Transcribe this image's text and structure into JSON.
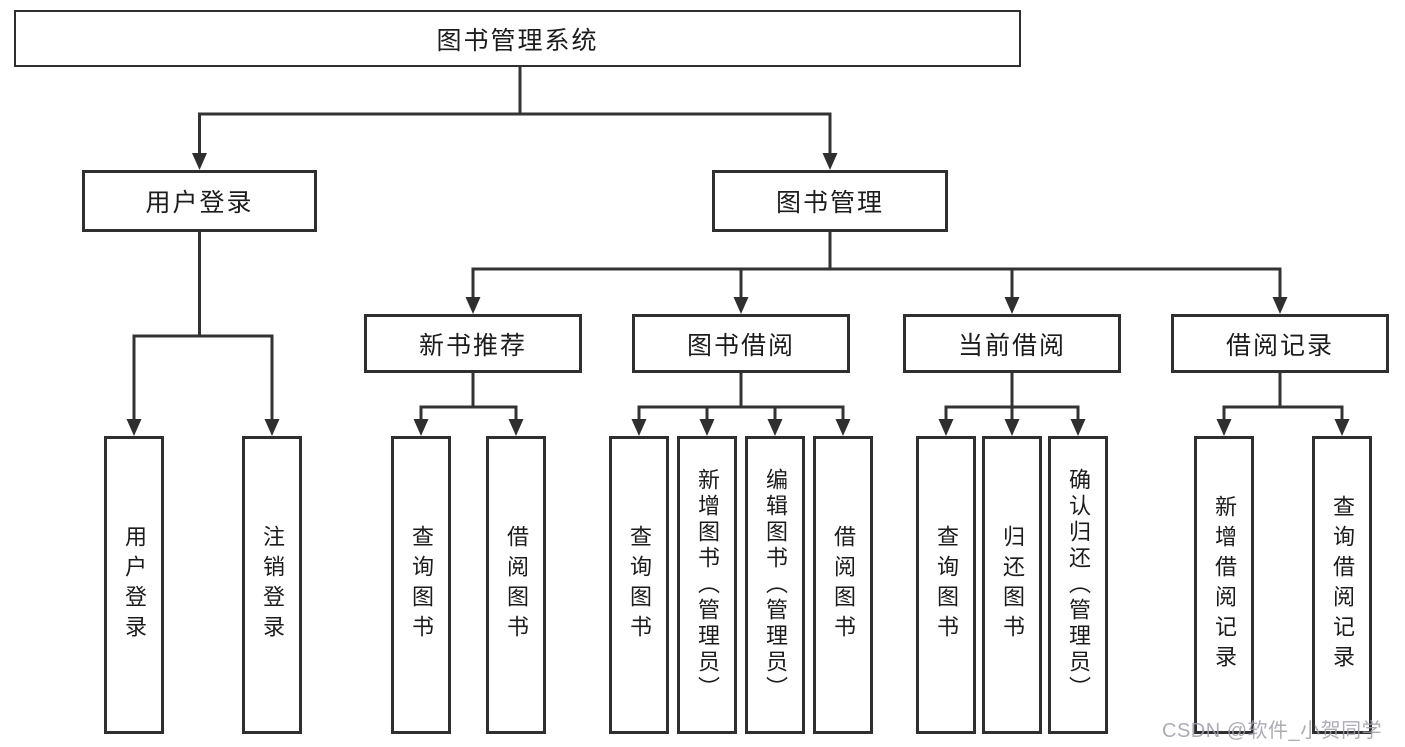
{
  "diagram": {
    "root": {
      "label": "图书管理系统"
    },
    "level1": [
      {
        "label": "用户登录",
        "children": [
          "用户登录",
          "注销登录"
        ]
      },
      {
        "label": "图书管理"
      }
    ],
    "level2": [
      {
        "label": "新书推荐",
        "children": [
          "查询图书",
          "借阅图书"
        ]
      },
      {
        "label": "图书借阅",
        "children": [
          "查询图书",
          "新增图书（管理员）",
          "编辑图书（管理员）",
          "借阅图书"
        ]
      },
      {
        "label": "当前借阅",
        "children": [
          "查询图书",
          "归还图书",
          "确认归还（管理员）"
        ]
      },
      {
        "label": "借阅记录",
        "children": [
          "新增借阅记录",
          "查询借阅记录"
        ]
      }
    ],
    "watermark": "CSDN @软件_小贺同学",
    "colors": {
      "line": "#333333",
      "box_border": "#2f2f2f",
      "text": "#1c1c1c",
      "watermark": "#9e9ea8",
      "background": "#ffffff"
    }
  }
}
